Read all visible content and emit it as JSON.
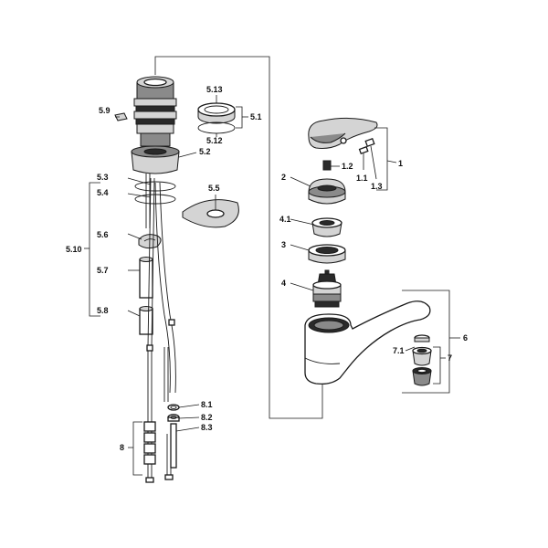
{
  "labels": {
    "l1": "1",
    "l1_1": "1.1",
    "l1_2": "1.2",
    "l1_3": "1.3",
    "l2": "2",
    "l3": "3",
    "l4": "4",
    "l4_1": "4.1",
    "l5_1": "5.1",
    "l5_2": "5.2",
    "l5_3": "5.3",
    "l5_4": "5.4",
    "l5_5": "5.5",
    "l5_6": "5.6",
    "l5_7": "5.7",
    "l5_8": "5.8",
    "l5_9": "5.9",
    "l5_10": "5.10",
    "l5_12": "5.12",
    "l5_13": "5.13",
    "l6": "6",
    "l7": "7",
    "l7_1": "7.1",
    "l8": "8",
    "l8_1": "8.1",
    "l8_2": "8.2",
    "l8_3": "8.3"
  }
}
